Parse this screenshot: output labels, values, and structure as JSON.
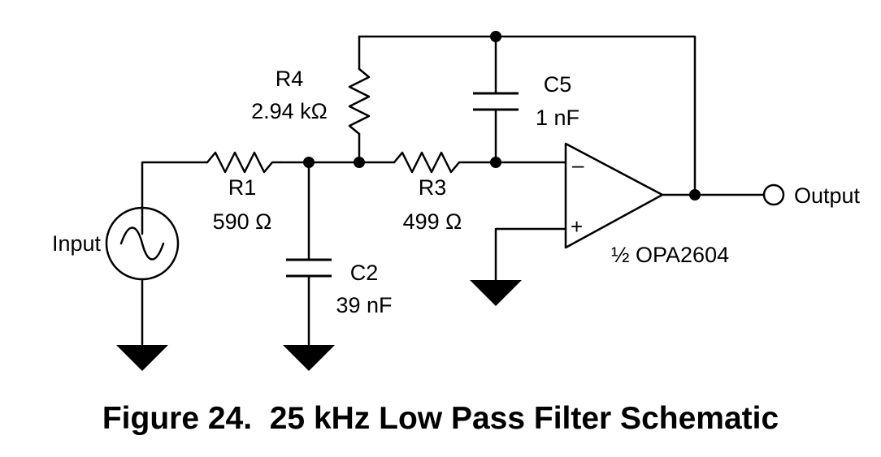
{
  "components": {
    "r1": {
      "name": "R1",
      "value": "590 Ω"
    },
    "r3": {
      "name": "R3",
      "value": "499 Ω"
    },
    "r4": {
      "name": "R4",
      "value": "2.94 kΩ"
    },
    "c2": {
      "name": "C2",
      "value": "39 nF"
    },
    "c5": {
      "name": "C5",
      "value": "1 nF"
    },
    "opamp": {
      "name": "½ OPA2604",
      "inverting": "–",
      "noninverting": "+"
    }
  },
  "ports": {
    "input": "Input",
    "output": "Output"
  },
  "caption": "Figure 24.  25 kHz Low Pass Filter Schematic"
}
